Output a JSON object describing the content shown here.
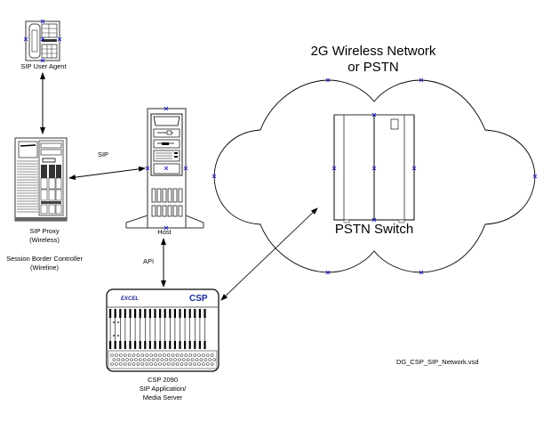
{
  "diagram": {
    "nodes": {
      "sip_user_agent": {
        "label": "SIP User Agent",
        "icon": "ip-phone-icon"
      },
      "sip_proxy": {
        "label_line1": "SIP Proxy",
        "label_line2": "(Wireless)",
        "icon": "server-rack-icon"
      },
      "session_border_controller": {
        "label_line1": "Session Border Controller",
        "label_line2": "(Wireline)"
      },
      "host": {
        "label": "Host",
        "icon": "tower-server-icon"
      },
      "csp": {
        "brand": "EXCEL",
        "title": "CSP",
        "label_line1": "CSP 2090",
        "label_line2": "SIP Application/",
        "label_line3": "Media Server",
        "icon": "chassis-icon"
      },
      "network": {
        "label_line1": "2G Wireless Network",
        "label_line2": "or PSTN",
        "icon": "cloud-icon"
      },
      "pstn_switch": {
        "label": "PSTN Switch",
        "icon": "switch-cabinet-icon"
      }
    },
    "edges": [
      {
        "from": "sip_user_agent",
        "to": "sip_proxy",
        "label": "",
        "arrows": "both"
      },
      {
        "from": "sip_proxy",
        "to": "host",
        "label": "SIP",
        "arrows": "both"
      },
      {
        "from": "host",
        "to": "csp",
        "label": "API",
        "arrows": "both"
      },
      {
        "from": "csp",
        "to": "pstn_switch",
        "label": "",
        "arrows": "both"
      }
    ],
    "filename": "DG_CSP_SIP_Network.vsd",
    "colors": {
      "stroke": "#000000",
      "connection_point": "#0000cc",
      "csp_title": "#1a2a9a",
      "excel_brand": "#1a2a9a"
    }
  }
}
